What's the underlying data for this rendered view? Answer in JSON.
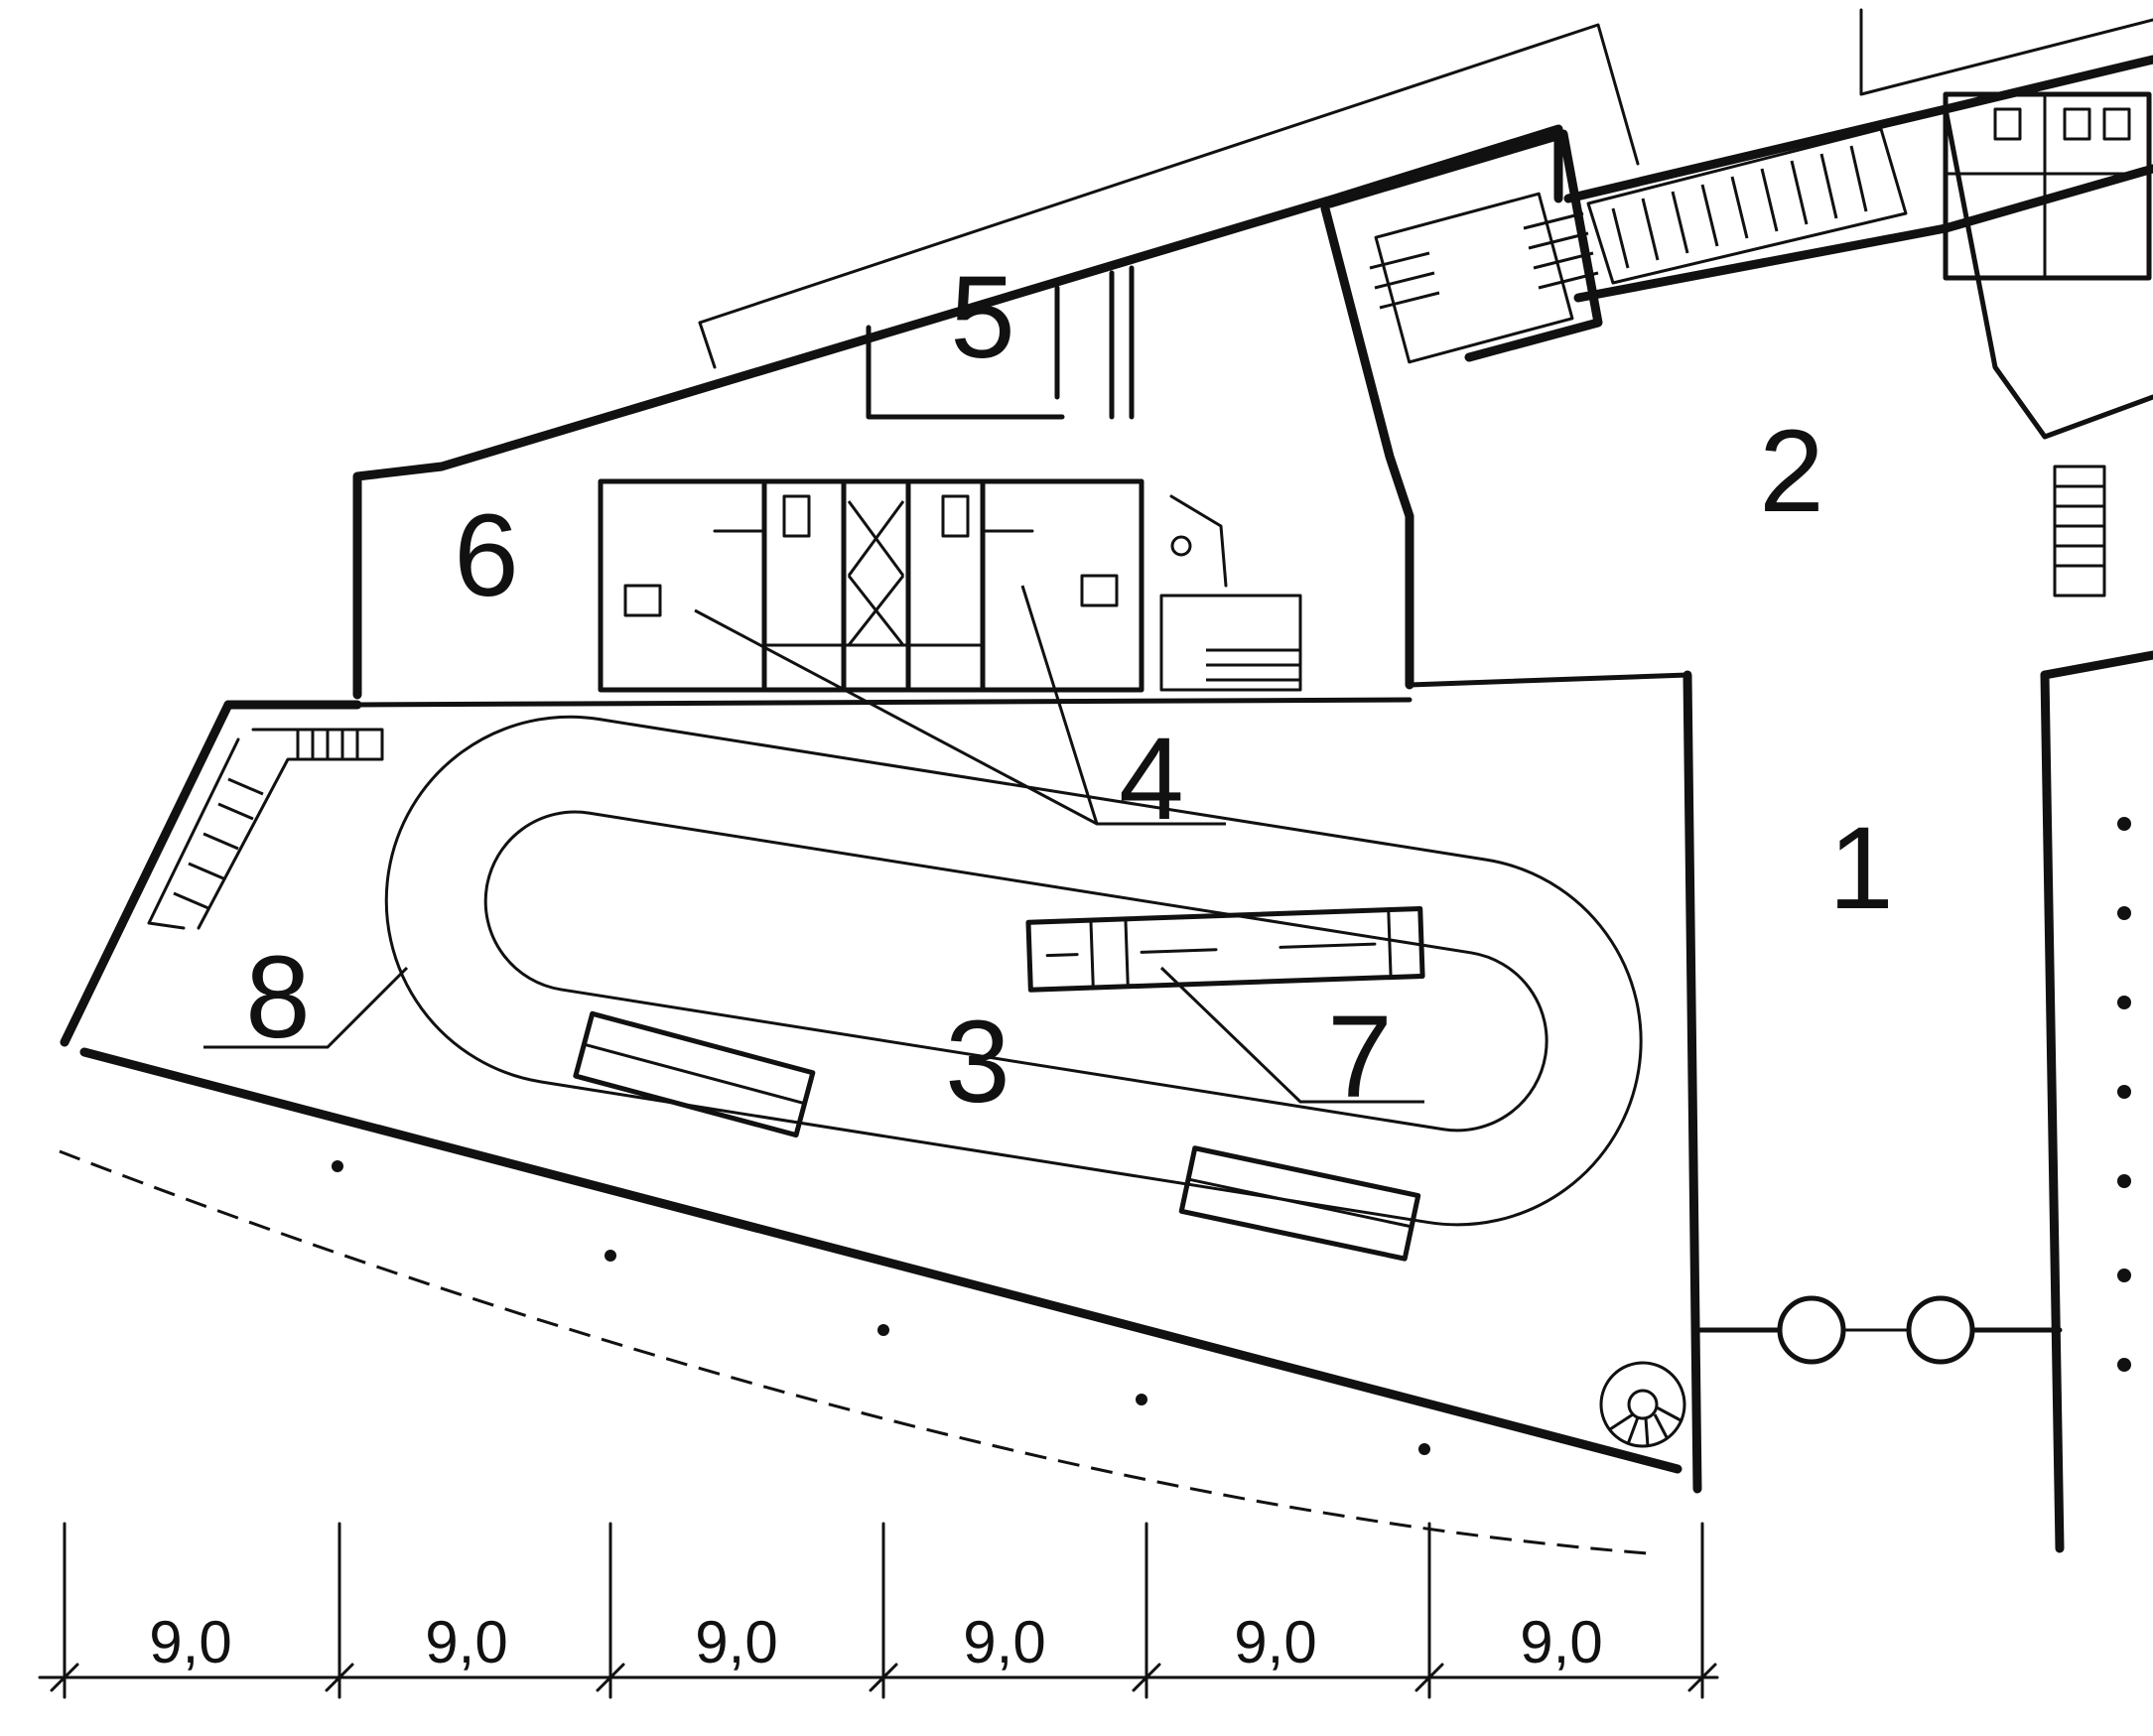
{
  "room_labels": [
    "1",
    "2",
    "3",
    "4",
    "5",
    "6",
    "7",
    "8"
  ],
  "dimension_labels": [
    "9,0",
    "9,0",
    "9,0",
    "9,0",
    "9,0",
    "9,0"
  ],
  "colors": {
    "lines": "#111111",
    "background": "#ffffff",
    "label_8": "#1c2433"
  }
}
